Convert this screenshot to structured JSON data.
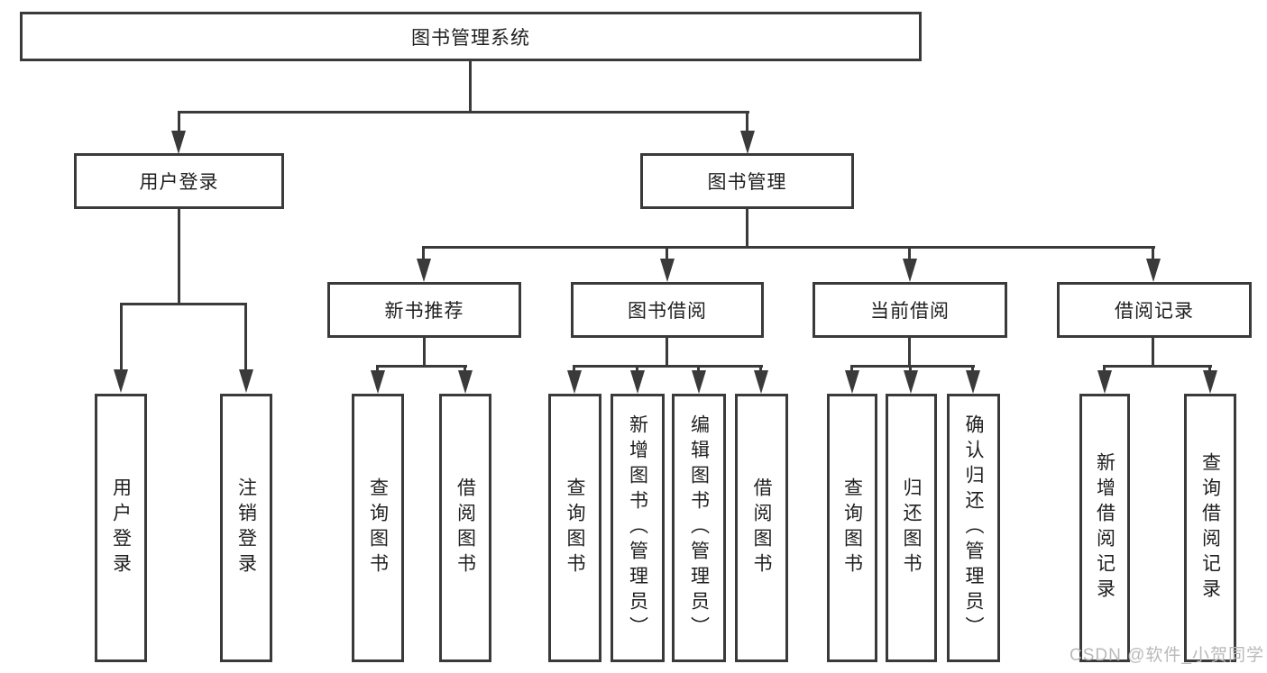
{
  "watermark": "CSDN @软件_小贺同学",
  "colors": {
    "line": "#3a3a3a",
    "text": "#1f1f1f",
    "watermark": "#b9b9b9",
    "background": "#ffffff"
  },
  "tree": {
    "root": "图书管理系统",
    "login": {
      "label": "用户登录",
      "children": [
        "用户登录",
        "注销登录"
      ]
    },
    "management": {
      "label": "图书管理",
      "sections": [
        {
          "label": "新书推荐",
          "children": [
            "查询图书",
            "借阅图书"
          ]
        },
        {
          "label": "图书借阅",
          "children": [
            "查询图书",
            "新增图书（管理员）",
            "编辑图书（管理员）",
            "借阅图书"
          ]
        },
        {
          "label": "当前借阅",
          "children": [
            "查询图书",
            "归还图书",
            "确认归还（管理员）"
          ]
        },
        {
          "label": "借阅记录",
          "children": [
            "新增借阅记录",
            "查询借阅记录"
          ]
        }
      ]
    }
  }
}
